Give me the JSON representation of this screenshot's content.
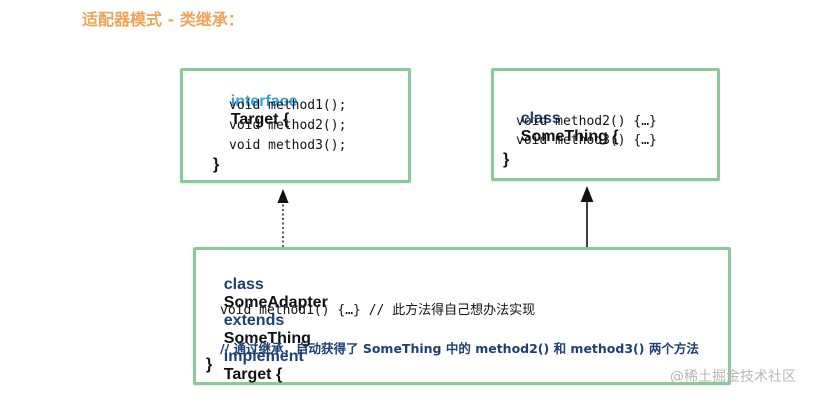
{
  "title": "适配器模式 - 类继承：",
  "target_box": {
    "keyword": "interface",
    "name": "Target {",
    "methods": [
      "void method1();",
      "void method2();",
      "void method3();"
    ],
    "close": "}"
  },
  "something_box": {
    "keyword": "class",
    "name": "SomeThing {",
    "methods": [
      "void method2() {…}",
      "void method3() {…}"
    ],
    "close": "}"
  },
  "adapter_box": {
    "kw_class": "class",
    "name": "SomeAdapter",
    "kw_extends": "extends",
    "parent": "SomeThing",
    "kw_implement": "implement",
    "iface": "Target {",
    "method_line": "void method1() {…} // 此方法得自己想办法实现",
    "comment": "// 通过继承，自动获得了 SomeThing 中的 method2() 和 method3() 两个方法",
    "close": "}"
  },
  "watermark": "@稀土掘金技术社区",
  "colors": {
    "title": "#f0a35a",
    "box_border": "#8cc99a",
    "keyword_blue": "#2f9fea",
    "keyword_navy": "#1d3f73",
    "text": "#111111"
  }
}
